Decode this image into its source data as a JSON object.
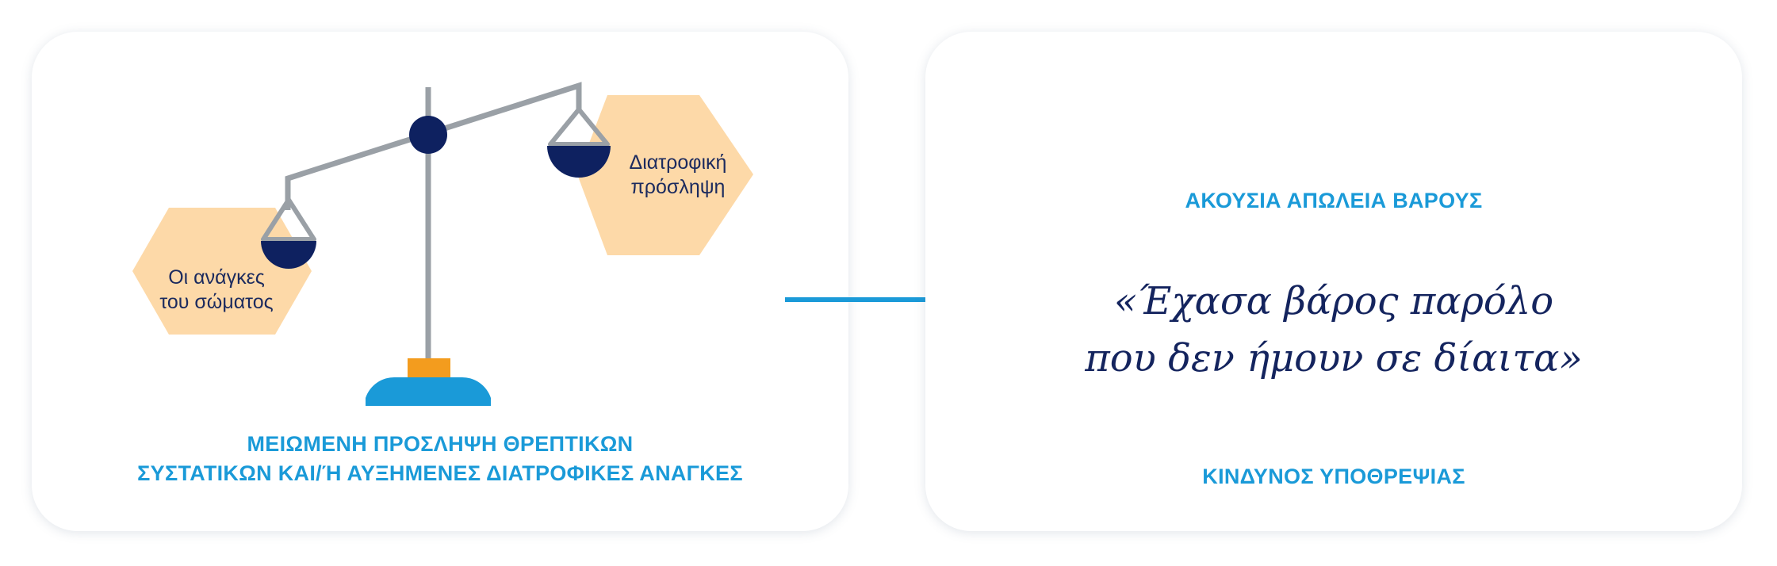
{
  "colors": {
    "accent_blue": "#1a9ad8",
    "navy": "#14245e",
    "hexagon_peach": "#fdd9a8",
    "scale_gray": "#9aa0a6",
    "base_orange": "#f39c1e"
  },
  "left_panel": {
    "label_body_line1": "Οι ανάγκες",
    "label_body_line2": "του σώματος",
    "label_intake_line1": "Διατροφική",
    "label_intake_line2": "πρόσληψη",
    "caption_line1": "ΜΕΙΩΜΕΝΗ ΠΡΟΣΛΗΨΗ ΘΡΕΠΤΙΚΩΝ",
    "caption_line2": "ΣΥΣΤΑΤΙΚΩΝ ΚΑΙ/Ή ΑΥΞΗΜΕΝΕΣ ΔΙΑΤΡΟΦΙΚΕΣ ΑΝΑΓΚΕΣ"
  },
  "right_panel": {
    "title": "ΑΚΟΥΣΙΑ ΑΠΩΛΕΙΑ ΒΑΡΟΥΣ",
    "quote_line1": "«Έχασα βάρος παρόλο",
    "quote_line2": "που δεν ήμουν σε δίαιτα»",
    "subtitle": "ΚΙΝΔΥΝΟΣ ΥΠΟΘΡΕΨΙΑΣ"
  },
  "icons": {
    "scale": "balance-scale-icon",
    "arrow": "arrow-right-icon"
  }
}
